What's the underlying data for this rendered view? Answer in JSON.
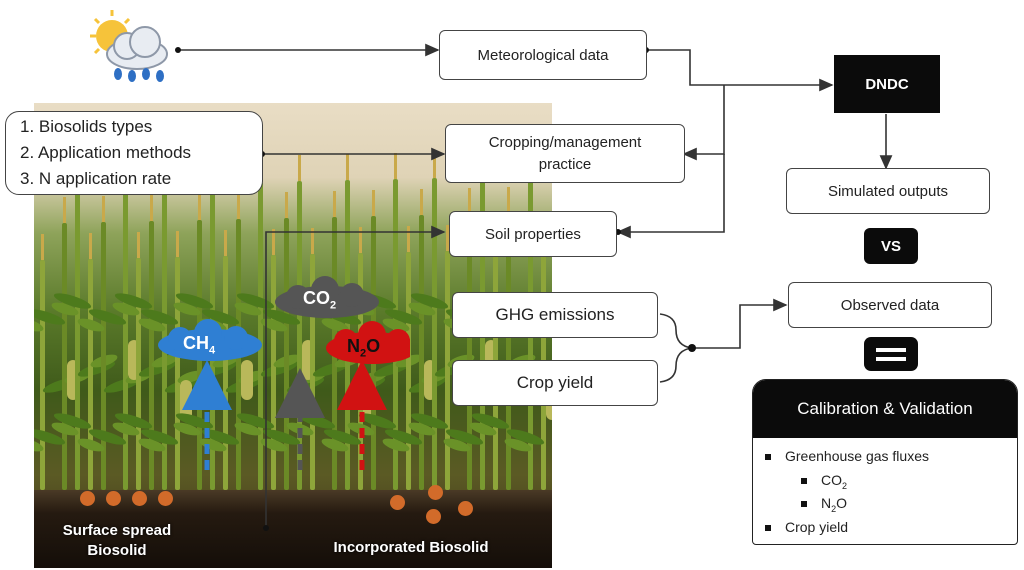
{
  "inputs": {
    "meteorological": "Meteorological data",
    "cropping_line1": "Cropping/management",
    "cropping_line2": "practice",
    "soil": "Soil properties"
  },
  "factors": {
    "items": [
      "1.  Biosolids types",
      "2.  Application methods",
      "3.  N application rate"
    ]
  },
  "model": {
    "name": "DNDC"
  },
  "outputs": {
    "simulated": "Simulated outputs",
    "vs": "VS",
    "observed": "Observed data",
    "ghg": "GHG emissions",
    "crop_yield": "Crop yield"
  },
  "calibration": {
    "title": "Calibration & Validation",
    "item1": "Greenhouse gas fluxes",
    "sub1_main": "CO",
    "sub1_sub": "2",
    "sub2_main": "N",
    "sub2_sub": "2",
    "sub2_tail": "O",
    "item2": "Crop yield"
  },
  "field": {
    "surface_line1": "Surface spread",
    "surface_line2": "Biosolid",
    "incorporated": "Incorporated Biosolid"
  },
  "gases": {
    "co2_main": "CO",
    "co2_sub": "2",
    "ch4_main": "CH",
    "ch4_sub": "4",
    "n2o_a": "N",
    "n2o_sub": "2",
    "n2o_b": "O"
  },
  "colors": {
    "ch4": "#2f7fd3",
    "co2": "#555555",
    "n2o": "#d11212",
    "pellet": "#d26b2a",
    "dark": "#0b0b0b"
  }
}
